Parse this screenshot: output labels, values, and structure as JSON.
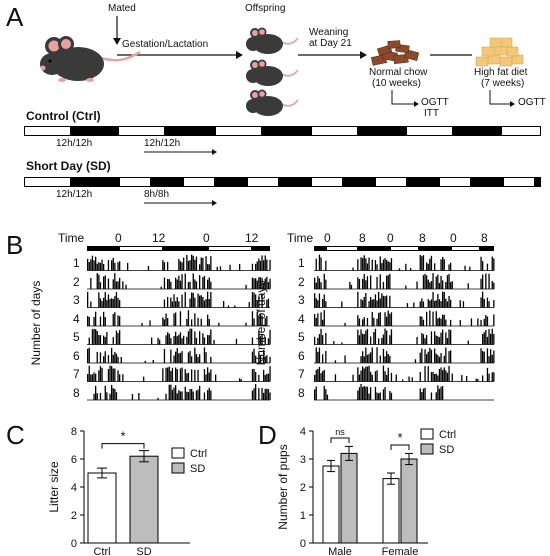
{
  "panel_a": {
    "letter": "A",
    "mated": "Mated",
    "gestation": "Gestation/Lactation",
    "offspring": "Offspring",
    "weaning_line1": "Weaning",
    "weaning_line2": "at Day 21",
    "chow_line1": "Normal chow",
    "chow_line2": "(10 weeks)",
    "hfd_line1": "High fat diet",
    "hfd_line2": "(7 weeks)",
    "ogtt_chow": "OGTT",
    "itt_chow": "ITT",
    "ogtt_hfd": "OGTT",
    "ctrl_title": "Control (Ctrl)",
    "ctrl_label1": "12h/12h",
    "ctrl_label2": "12h/12h",
    "sd_title": "Short Day (SD)",
    "sd_label1": "12h/12h",
    "sd_label2": "8h/8h",
    "colors": {
      "chow": "#8B4A2B",
      "hfd": "#F2C77A",
      "mouse": "#3a3a3a",
      "mouse_ear": "#e8a0a0"
    }
  },
  "panel_b": {
    "letter": "B",
    "time_label": "Time",
    "ylabel": "Number of days",
    "days": [
      "1",
      "2",
      "3",
      "4",
      "5",
      "6",
      "7",
      "8"
    ],
    "left_ticks": [
      "0",
      "12",
      "0",
      "12"
    ],
    "right_ticks": [
      "0",
      "8",
      "0",
      "8",
      "0",
      "8"
    ]
  },
  "panel_c": {
    "letter": "C",
    "chart_data": {
      "type": "bar",
      "categories": [
        "Ctrl",
        "SD"
      ],
      "values": [
        5.0,
        6.2
      ],
      "errors": [
        0.35,
        0.4
      ],
      "ylabel": "Litter size",
      "ylim": [
        0,
        8
      ],
      "yticks": [
        "0",
        "2",
        "4",
        "6",
        "8"
      ],
      "legend": [
        "Ctrl",
        "SD"
      ],
      "significance": "*",
      "colors": [
        "#ffffff",
        "#bdbdbd"
      ]
    }
  },
  "panel_d": {
    "letter": "D",
    "chart_data": {
      "type": "bar",
      "categories": [
        "Male",
        "Female"
      ],
      "series": [
        {
          "name": "Ctrl",
          "values": [
            2.75,
            2.3
          ],
          "errors": [
            0.2,
            0.2
          ]
        },
        {
          "name": "SD",
          "values": [
            3.2,
            3.0
          ],
          "errors": [
            0.25,
            0.2
          ]
        }
      ],
      "ylabel": "Number of pups",
      "ylim": [
        0,
        4
      ],
      "yticks": [
        "0",
        "1",
        "2",
        "3",
        "4"
      ],
      "significance": [
        "ns",
        "*"
      ],
      "colors": [
        "#ffffff",
        "#bdbdbd"
      ]
    }
  }
}
